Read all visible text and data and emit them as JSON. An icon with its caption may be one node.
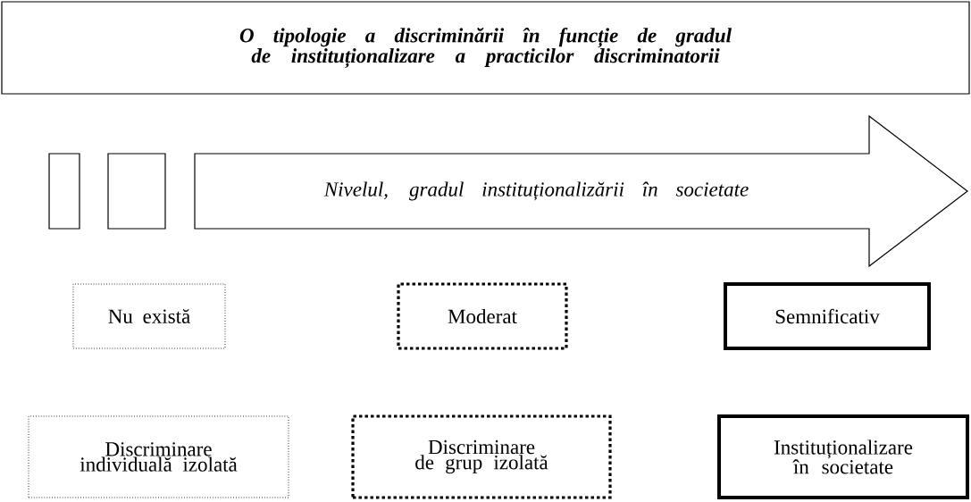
{
  "diagram": {
    "nodes": [
      {
        "text": [
          "O tipologie a discriminării în funcție de gradul de instituționalizare a practicilor discriminatorii"
        ]
      },
      {
        "text": [],
        "shape": "box"
      },
      {
        "text": [],
        "shape": "box"
      },
      {
        "text": [
          "Nivelul, gradul instituționalizării în societate"
        ]
      },
      {
        "text": [
          "Nu există"
        ]
      },
      {
        "text": [
          "Moderat"
        ]
      },
      {
        "text": [
          "Semnificativ"
        ]
      },
      {
        "text": [
          "Discriminare individuală izolată"
        ]
      },
      {
        "text": [
          "Discriminare de grup izolată"
        ]
      },
      {
        "text": [
          "Instituționalizare în societate"
        ]
      }
    ]
  }
}
